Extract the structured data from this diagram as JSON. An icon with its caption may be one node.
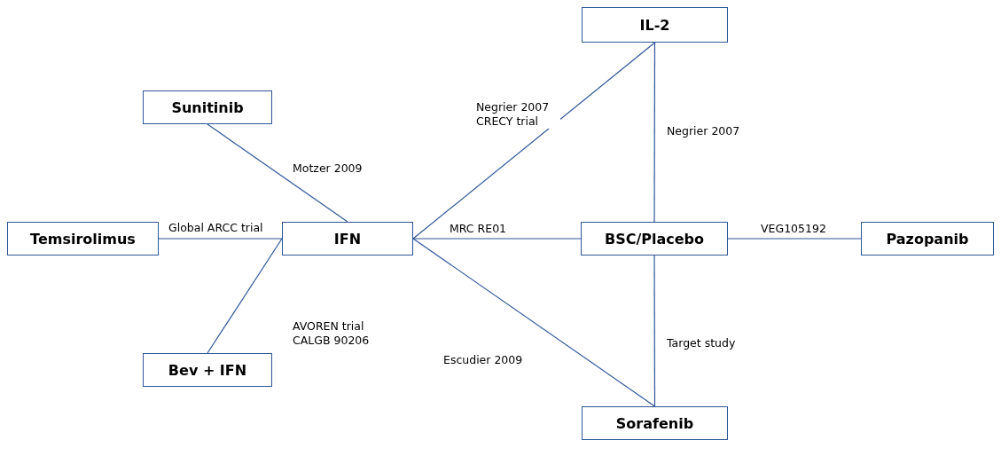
{
  "diagram": {
    "nodes": [
      {
        "text": [
          "IL-2"
        ]
      },
      {
        "text": [
          "Sunitinib"
        ]
      },
      {
        "text": [
          "Temsirolimus"
        ]
      },
      {
        "text": [
          "IFN"
        ]
      },
      {
        "text": [
          "BSC/Placebo"
        ]
      },
      {
        "text": [
          "Pazopanib"
        ]
      },
      {
        "text": [
          "Bev + IFN"
        ]
      },
      {
        "text": [
          "Sorafenib"
        ]
      }
    ],
    "edges": [
      {
        "from": 1,
        "to": 3,
        "arrow": "none",
        "label": "Motzer 2009"
      },
      {
        "from": 2,
        "to": 3,
        "arrow": "none",
        "label": "Global ARCC trial"
      },
      {
        "from": 6,
        "to": 3,
        "arrow": "none",
        "label": "AVOREN trial CALGB 90206"
      },
      {
        "from": 3,
        "to": 0,
        "arrow": "none",
        "label": "Negrier 2007 CRECY trial"
      },
      {
        "from": 3,
        "to": 4,
        "arrow": "none",
        "label": "MRC RE01"
      },
      {
        "from": 3,
        "to": 7,
        "arrow": "none",
        "label": "Escudier 2009"
      },
      {
        "from": 0,
        "to": 4,
        "arrow": "none",
        "label": "Negrier 2007"
      },
      {
        "from": 4,
        "to": 5,
        "arrow": "none",
        "label": "VEG105192"
      },
      {
        "from": 4,
        "to": 7,
        "arrow": "none",
        "label": "Target study"
      }
    ]
  }
}
